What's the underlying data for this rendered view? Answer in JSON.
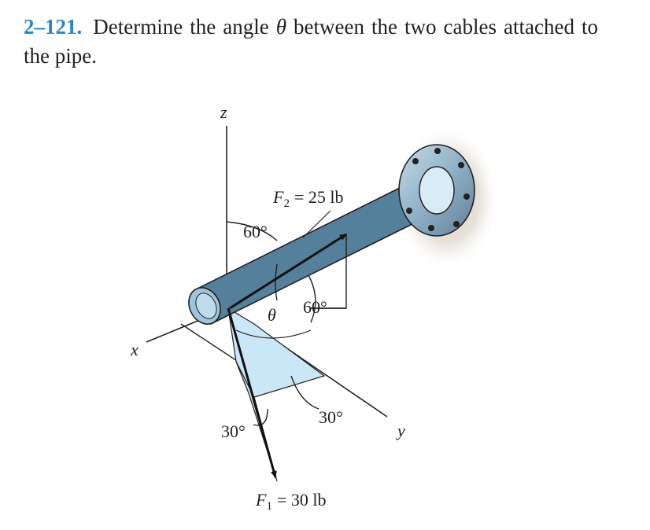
{
  "problem": {
    "number": "2–121.",
    "text_before": "Determine the angle",
    "symbol": "θ",
    "text_after": "between the two cables attached to the pipe."
  },
  "figure": {
    "axes": {
      "z": "z",
      "x": "x",
      "y": "y"
    },
    "f2": {
      "symbol": "F",
      "subscript": "2",
      "value": "= 25 lb"
    },
    "f1": {
      "symbol": "F",
      "subscript": "1",
      "value": "= 30 lb"
    },
    "angles": {
      "a60_top": "60°",
      "a60_right": "60°",
      "a30_right": "30°",
      "a30_left": "30°",
      "theta": "θ"
    }
  }
}
